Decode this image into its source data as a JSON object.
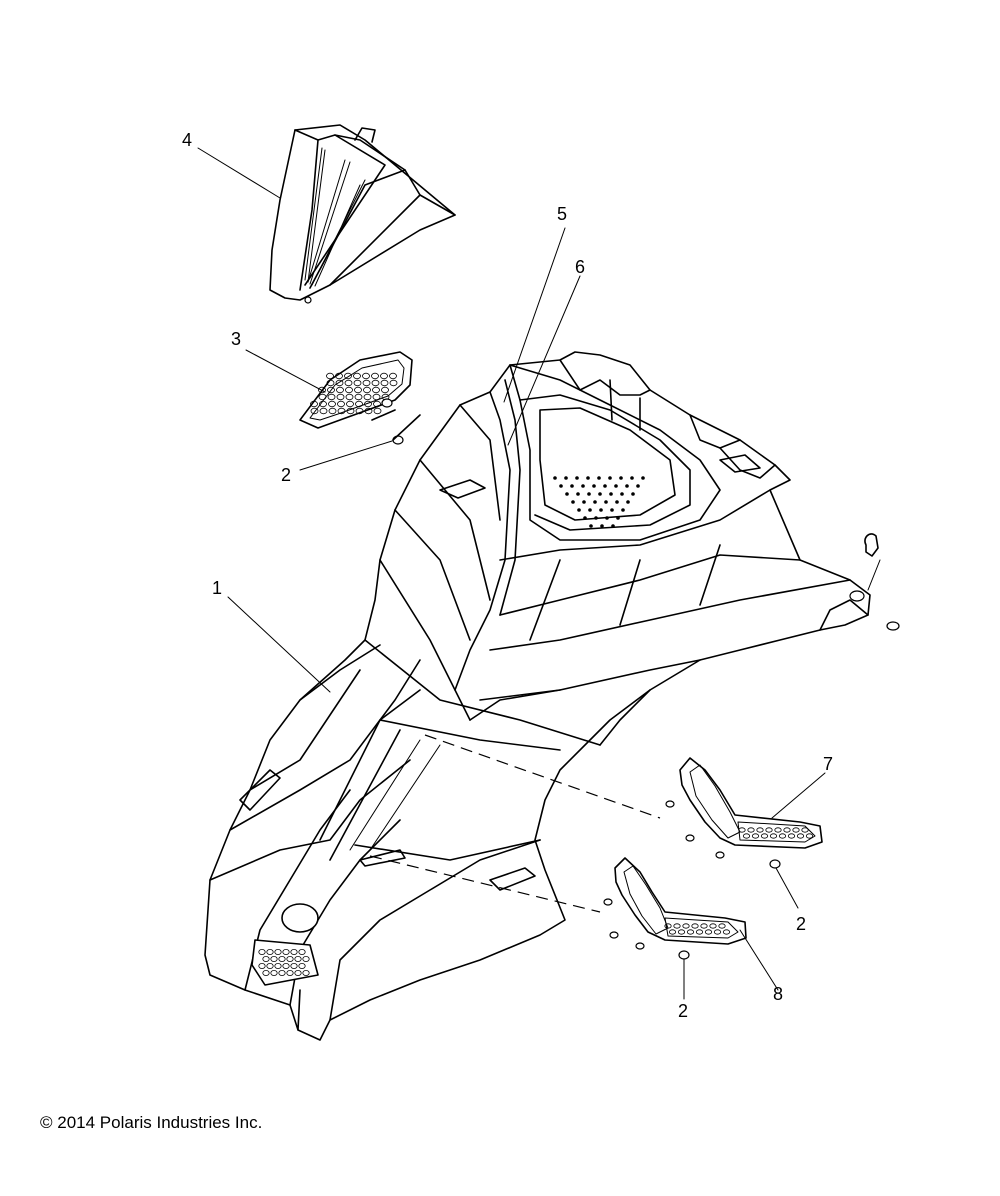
{
  "diagram": {
    "callouts": [
      {
        "id": "c4",
        "text": "4"
      },
      {
        "id": "c5",
        "text": "5"
      },
      {
        "id": "c6",
        "text": "6"
      },
      {
        "id": "c3",
        "text": "3"
      },
      {
        "id": "c2a",
        "text": "2"
      },
      {
        "id": "c1",
        "text": "1"
      },
      {
        "id": "c7",
        "text": "7"
      },
      {
        "id": "c2b",
        "text": "2"
      },
      {
        "id": "c8",
        "text": "8"
      },
      {
        "id": "c2c",
        "text": "2"
      }
    ],
    "copyright": "© 2014 Polaris Industries Inc."
  }
}
